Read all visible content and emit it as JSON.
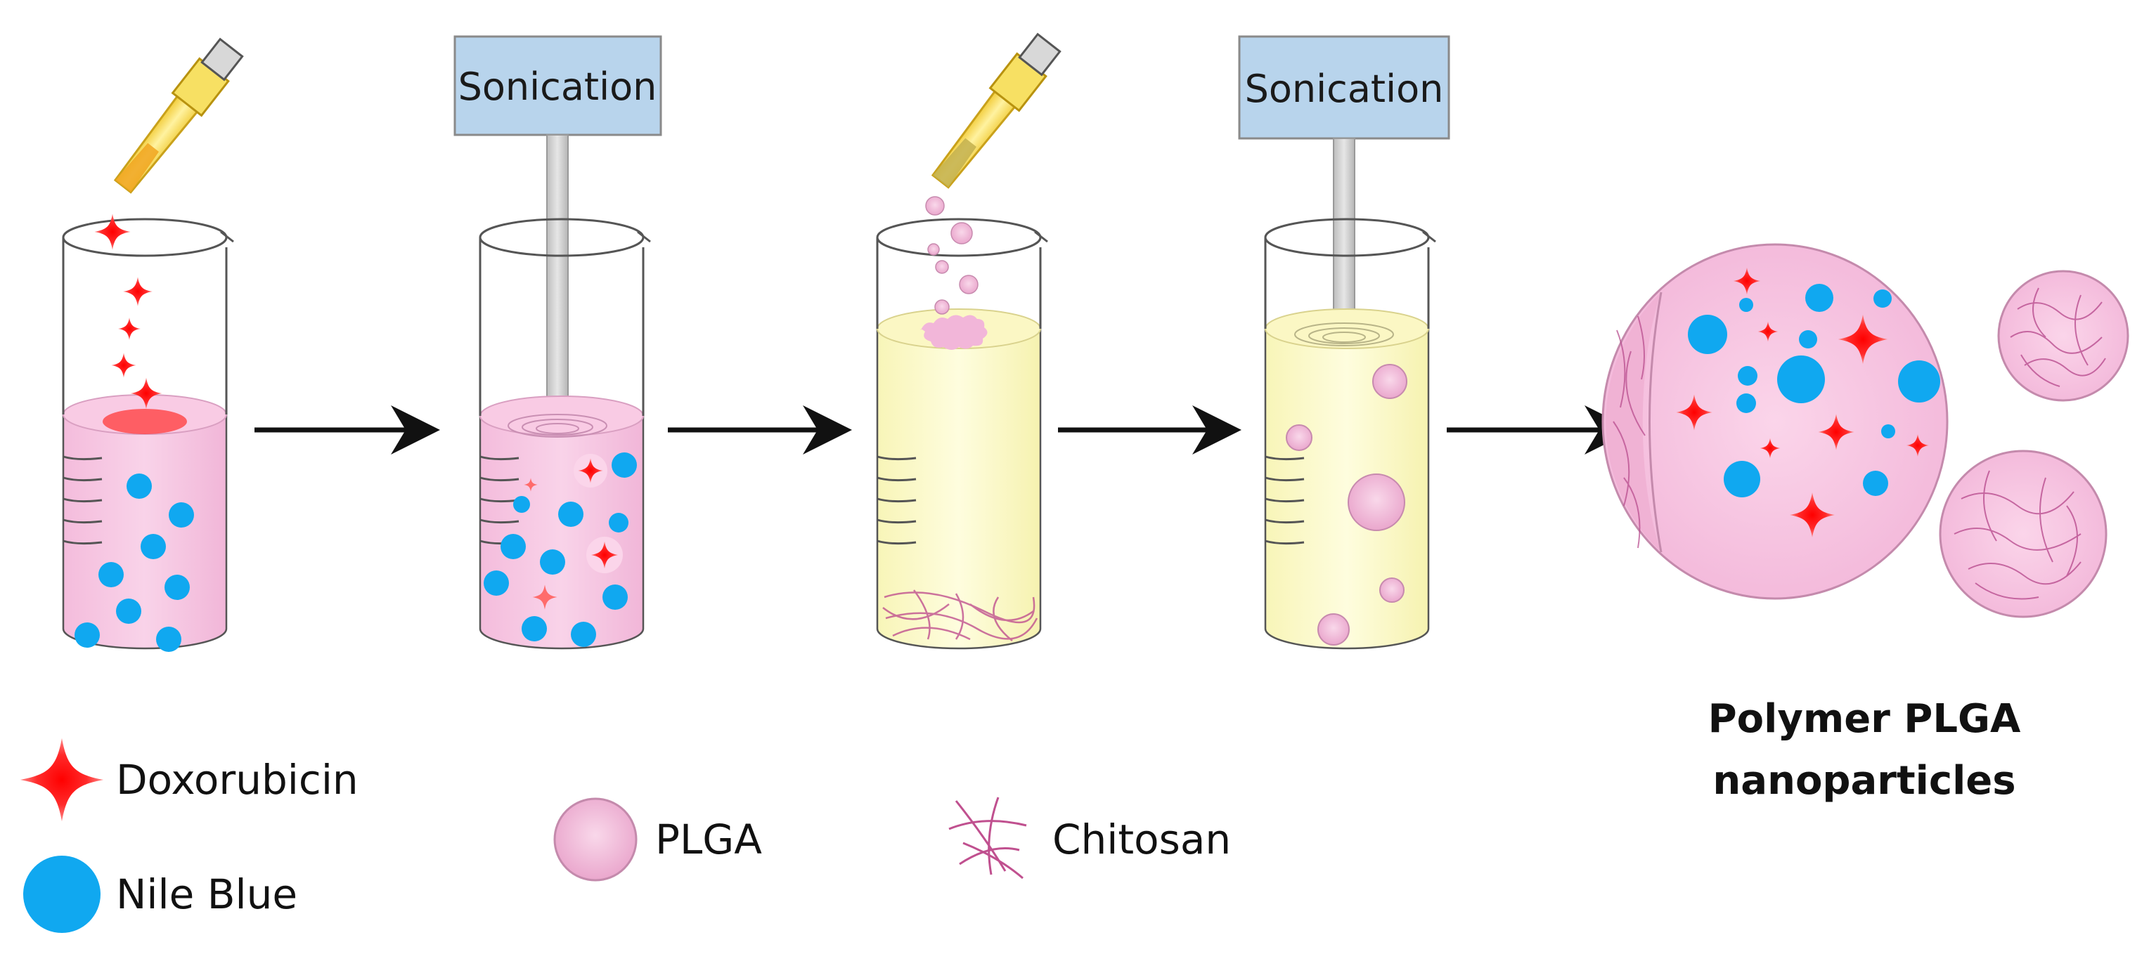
{
  "colors": {
    "pink_liquid": "#f6c6e2",
    "yellow_liquid": "#fdfbd2",
    "doxorubicin": "#ff1a1a",
    "nile_blue": "#10a8f0",
    "plga": "#f1b8d9",
    "chitosan_fibre": "#c0508f",
    "sonication_box": "#b8d4ec",
    "pipette": "#f9e35c"
  },
  "icons": [
    "pipette-icon",
    "sonicator-probe-icon",
    "beaker-icon",
    "arrow-right-icon",
    "star-icon",
    "circle-icon",
    "fibre-icon"
  ],
  "steps": [
    {
      "id": "step-1",
      "sonication_label": ""
    },
    {
      "id": "step-2",
      "sonication_label": "Sonication"
    },
    {
      "id": "step-3",
      "sonication_label": ""
    },
    {
      "id": "step-4",
      "sonication_label": "Sonication"
    }
  ],
  "legend": {
    "doxorubicin": "Doxorubicin",
    "nile_blue": "Nile Blue",
    "plga": "PLGA",
    "chitosan": "Chitosan"
  },
  "result": {
    "title_line1": "Polymer PLGA",
    "title_line2": "nanoparticles"
  }
}
